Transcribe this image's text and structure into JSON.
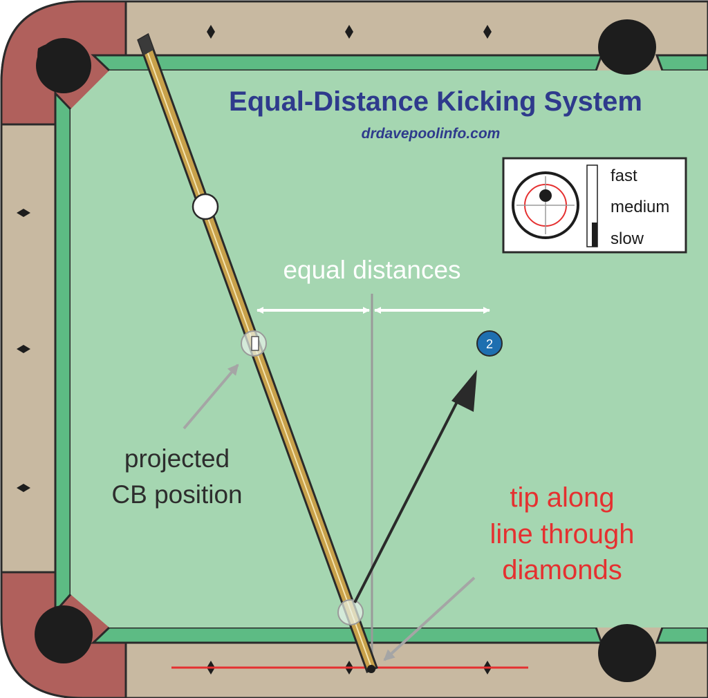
{
  "title": "Equal-Distance Kicking System",
  "subtitle": "drdavepoolinfo.com",
  "labels": {
    "equal_distances": "equal distances",
    "projected_line1": "projected",
    "projected_line2": "CB position",
    "tip_line1": "tip along",
    "tip_line2": "line through",
    "tip_line3": "diamonds"
  },
  "legend": {
    "speed_fast": "fast",
    "speed_medium": "medium",
    "speed_slow": "slow",
    "speed_level": "slow"
  },
  "object_ball": {
    "number": "2",
    "color": "#1e6fb0"
  },
  "colors": {
    "felt": "#a5d6b1",
    "cushion": "#5dbb84",
    "rail": "#c8b9a1",
    "corner_rail": "#b0605c",
    "cue_stick": "#c8a14a",
    "title": "#2e3a8c",
    "red_line": "#e53030"
  }
}
